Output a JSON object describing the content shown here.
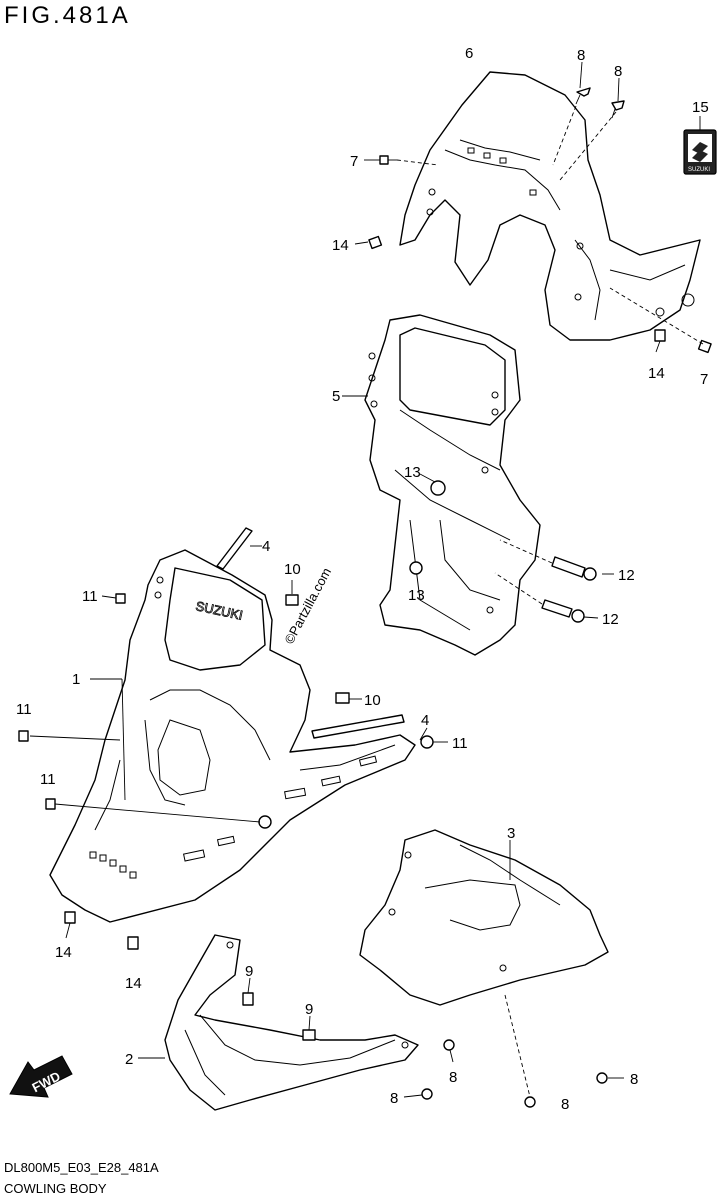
{
  "figure": {
    "title": "FIG.481A",
    "footer_code": "DL800M5_E03_E28_481A",
    "footer_name": "COWLING BODY"
  },
  "callouts": {
    "c1": "1",
    "c2": "2",
    "c3": "3",
    "c4a": "4",
    "c4b": "4",
    "c5": "5",
    "c6": "6",
    "c7a": "7",
    "c7b": "7",
    "c8a": "8",
    "c8b": "8",
    "c8c": "8",
    "c8d": "8",
    "c8e": "8",
    "c8f": "8",
    "c9a": "9",
    "c9b": "9",
    "c10a": "10",
    "c10b": "10",
    "c11a": "11",
    "c11b": "11",
    "c11c": "11",
    "c11d": "11",
    "c12a": "12",
    "c12b": "12",
    "c13a": "13",
    "c13b": "13",
    "c14a": "14",
    "c14b": "14",
    "c14c": "14",
    "c14d": "14",
    "c15": "15"
  },
  "fwd_arrow": {
    "label": "FWD",
    "icon": "fwd-arrow-icon"
  },
  "cowling_logo": {
    "text": "SUZUKI"
  },
  "emblem": {
    "text": "SUZUKI",
    "icon": "suzuki-emblem-icon"
  },
  "watermark": {
    "text": "©Partzilla.com"
  }
}
